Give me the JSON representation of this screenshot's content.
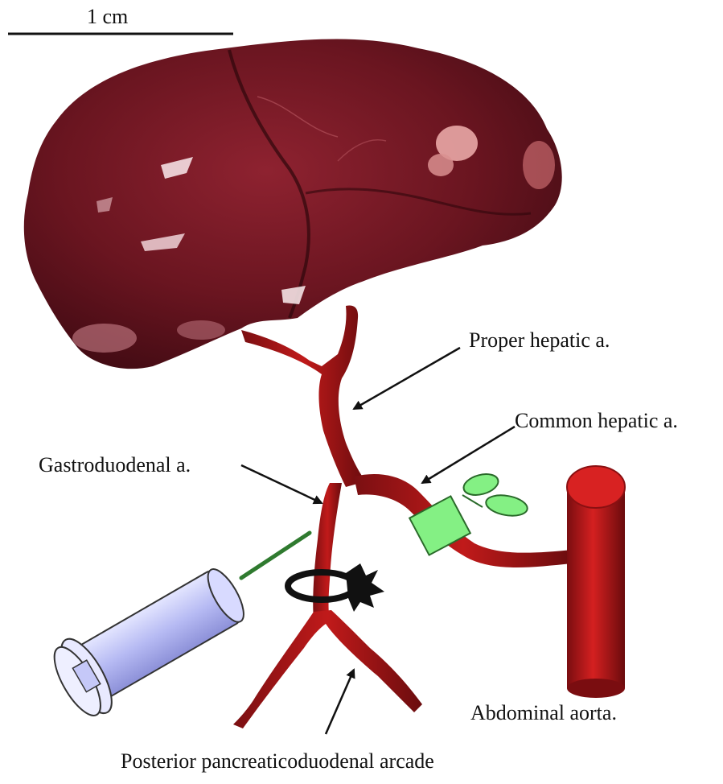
{
  "scale_bar": {
    "label": "1 cm"
  },
  "labels": {
    "proper_hepatic": "Proper hepatic a.",
    "common_hepatic": "Common hepatic a.",
    "gastroduodenal": "Gastroduodenal a.",
    "abdominal_aorta": "Abdominal aorta.",
    "posterior_arcade": "Posterior pancreaticoduodenal arcade"
  },
  "colors": {
    "liver_dark": "#4a0f16",
    "liver_mid": "#7a1a26",
    "liver_light": "#a8343f",
    "artery_red": "#c41a1a",
    "artery_dark": "#6b0f10",
    "clamp_green": "#7ff07f",
    "syringe_blue": "#b9bdf5",
    "ligature_black": "#111111"
  }
}
